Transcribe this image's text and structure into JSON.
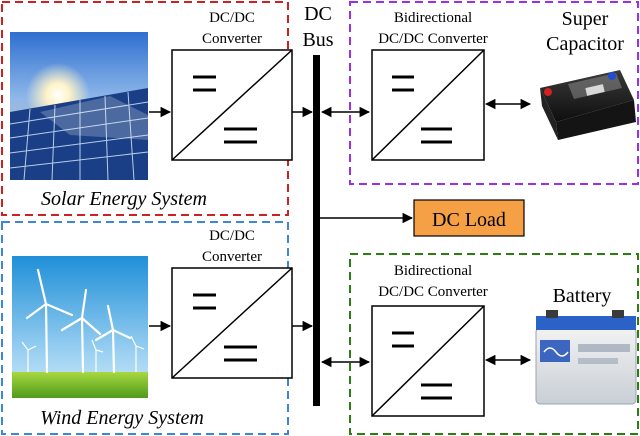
{
  "colors": {
    "solar": "#cc2222",
    "wind": "#3d87d6",
    "supercap": "#9b30e6",
    "battery": "#2e7d14",
    "dc_load_fill": "#f5a044",
    "bus": "#000000"
  },
  "bus": {
    "label_line1": "DC",
    "label_line2": "Bus"
  },
  "solar": {
    "system_label": "Solar Energy System",
    "converter_line1": "DC/DC",
    "converter_line2": "Converter",
    "image_icon": "solar-panel-photo"
  },
  "wind": {
    "system_label": "Wind Energy System",
    "converter_line1": "DC/DC",
    "converter_line2": "Converter",
    "image_icon": "wind-turbine-photo"
  },
  "supercap": {
    "storage_line1": "Super",
    "storage_line2": "Capacitor",
    "converter_line1": "Bidirectional",
    "converter_line2": "DC/DC Converter",
    "image_icon": "supercapacitor-photo"
  },
  "battery": {
    "storage_label": "Battery",
    "converter_line1": "Bidirectional",
    "converter_line2": "DC/DC Converter",
    "image_icon": "battery-photo"
  },
  "load": {
    "label": "DC Load"
  }
}
